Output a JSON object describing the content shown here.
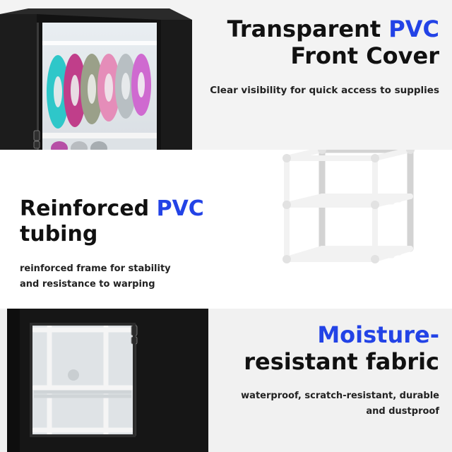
{
  "colors": {
    "accent": "#2343e6",
    "heading": "#111111",
    "cabinet": "#161616",
    "frame": "#f4f4f4"
  },
  "section_cover": {
    "title_plain": "Transparent ",
    "title_accent": "PVC",
    "title_line2": "Front Cover",
    "caption": "Clear visibility for quick access to supplies",
    "image_icon": "filament-storage-cabinet-photo"
  },
  "section_tubing": {
    "title_plain": "Reinforced ",
    "title_accent": "PVC",
    "title_line2": "tubing",
    "caption_line1": "reinforced frame for stability",
    "caption_line2": "and resistance to warping",
    "image_icon": "pvc-frame-photo"
  },
  "section_fabric": {
    "title_accent": "Moisture-",
    "title_line2": "resistant fabric",
    "caption_line1": "waterproof, scratch-resistant, durable",
    "caption_line2": "and dustproof",
    "image_icon": "fabric-cabinet-photo"
  }
}
